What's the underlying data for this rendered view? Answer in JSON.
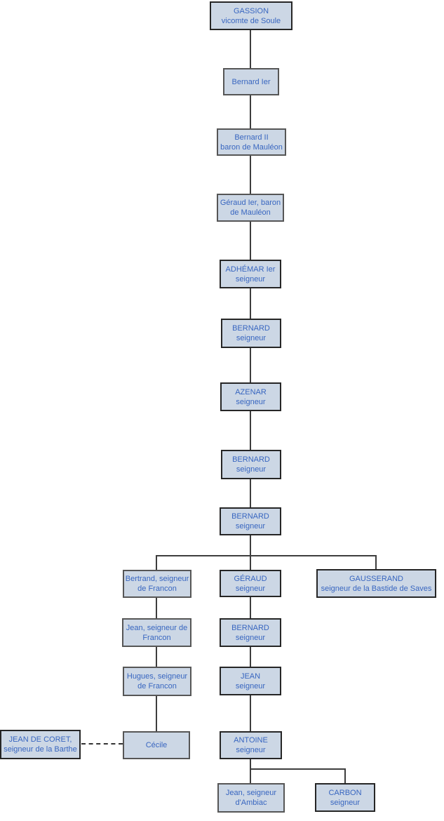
{
  "diagram": {
    "type": "genealogy-tree",
    "colors": {
      "box_fill": "#ccd7e5",
      "box_border": "#565656",
      "highlight_border": "#262626",
      "highlight_shadow": "#2f72cd",
      "text": "#3866c0",
      "connector_line": "#3d3d3d"
    }
  },
  "nodes": [
    {
      "id": "gassion",
      "line1": "GASSION",
      "line2": "vicomte de Soule",
      "highlighted": true
    },
    {
      "id": "bernard-ier",
      "line1": "Bernard Ier",
      "line2": "",
      "highlighted": false
    },
    {
      "id": "bernard-ii",
      "line1": "Bernard II",
      "line2": "baron de Mauléon",
      "highlighted": false
    },
    {
      "id": "geraud-ier",
      "line1": "Géraud Ier, baron",
      "line2": "de Mauléon",
      "highlighted": false
    },
    {
      "id": "adhemar-ier",
      "line1": "ADHÉMAR Ier",
      "line2": "seigneur",
      "highlighted": true
    },
    {
      "id": "bernard-1",
      "line1": "BERNARD",
      "line2": "seigneur",
      "highlighted": true
    },
    {
      "id": "azenar",
      "line1": "AZENAR",
      "line2": "seigneur",
      "highlighted": true
    },
    {
      "id": "bernard-2",
      "line1": "BERNARD",
      "line2": "seigneur",
      "highlighted": true
    },
    {
      "id": "bernard-3",
      "line1": "BERNARD",
      "line2": "seigneur",
      "highlighted": true
    },
    {
      "id": "bertrand",
      "line1": "Bertrand, seigneur",
      "line2": "de Francon",
      "highlighted": false
    },
    {
      "id": "geraud",
      "line1": "GÉRAUD",
      "line2": "seigneur",
      "highlighted": true
    },
    {
      "id": "gausserand",
      "line1": "GAUSSERAND",
      "line2": "seigneur de la Bastide de Saves",
      "highlighted": true
    },
    {
      "id": "jean-francon",
      "line1": "Jean, seigneur de",
      "line2": "Francon",
      "highlighted": false
    },
    {
      "id": "bernard-4",
      "line1": "BERNARD",
      "line2": "seigneur",
      "highlighted": true
    },
    {
      "id": "hugues",
      "line1": "Hugues, seigneur",
      "line2": "de Francon",
      "highlighted": false
    },
    {
      "id": "jean",
      "line1": "JEAN",
      "line2": "seigneur",
      "highlighted": true
    },
    {
      "id": "jean-de-coret",
      "line1": "JEAN DE CORET,",
      "line2": "seigneur de la Barthe",
      "highlighted": true
    },
    {
      "id": "cecile",
      "line1": "Cécile",
      "line2": "",
      "highlighted": false
    },
    {
      "id": "antoine",
      "line1": "ANTOINE",
      "line2": "seigneur",
      "highlighted": true
    },
    {
      "id": "jean-ambiac",
      "line1": "Jean, seigneur",
      "line2": "d'Ambiac",
      "highlighted": false
    },
    {
      "id": "carbon",
      "line1": "CARBON",
      "line2": "seigneur",
      "highlighted": true
    }
  ]
}
